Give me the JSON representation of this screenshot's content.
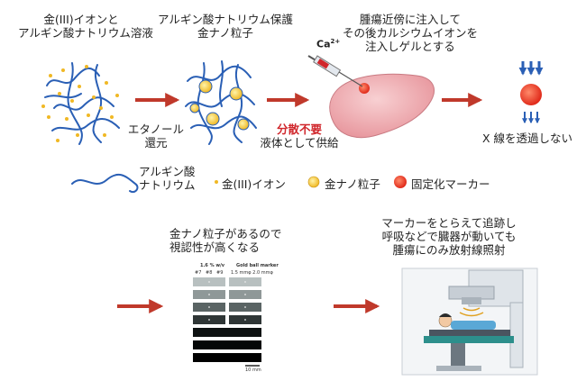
{
  "top": {
    "step1_line1": "金(III)イオンと",
    "step1_line2": "アルギン酸ナトリウム溶液",
    "step2_line1": "アルギン酸ナトリウム保護",
    "step2_line2": "金ナノ粒子",
    "step3_line1": "腫瘍近傍に注入して",
    "step3_line2": "その後カルシウムイオンを",
    "step3_line3": "注入しゲルとする",
    "arrow1_label_line1": "エタノール",
    "arrow1_label_line2": "還元",
    "dispersion": "分散不要",
    "liquid_supply": "液体として供給",
    "calcium": "Ca",
    "calcium_sup": "2+",
    "xray": "X 線を透過しない"
  },
  "legend": {
    "alginate_line1": "アルギン酸",
    "alginate_line2": "ナトリウム",
    "gold_ion": "金(III)イオン",
    "gold_nano": "金ナノ粒子",
    "marker": "固定化マーカー"
  },
  "bottom": {
    "visibility_line1": "金ナノ粒子があるので",
    "visibility_line2": "視認性が高くなる",
    "track_line1": "マーカーをとらえて追跡し",
    "track_line2": "呼吸などで臓器が動いても",
    "track_line3": "腫瘍にのみ放射線照射"
  },
  "phantom": {
    "left_header": "1.6 % w/v",
    "right_header": "Gold ball marker",
    "col1": "#7",
    "col2": "#8",
    "col3": "#9",
    "right_sub": "1.5 mmφ 2.0 mmφ",
    "scale": "10 mm"
  },
  "colors": {
    "arrow": "#c0392b",
    "strand": "#2a5fb5",
    "gold": "#f0b824",
    "marker": "#e8402a",
    "liver": "#f1b3b8"
  }
}
